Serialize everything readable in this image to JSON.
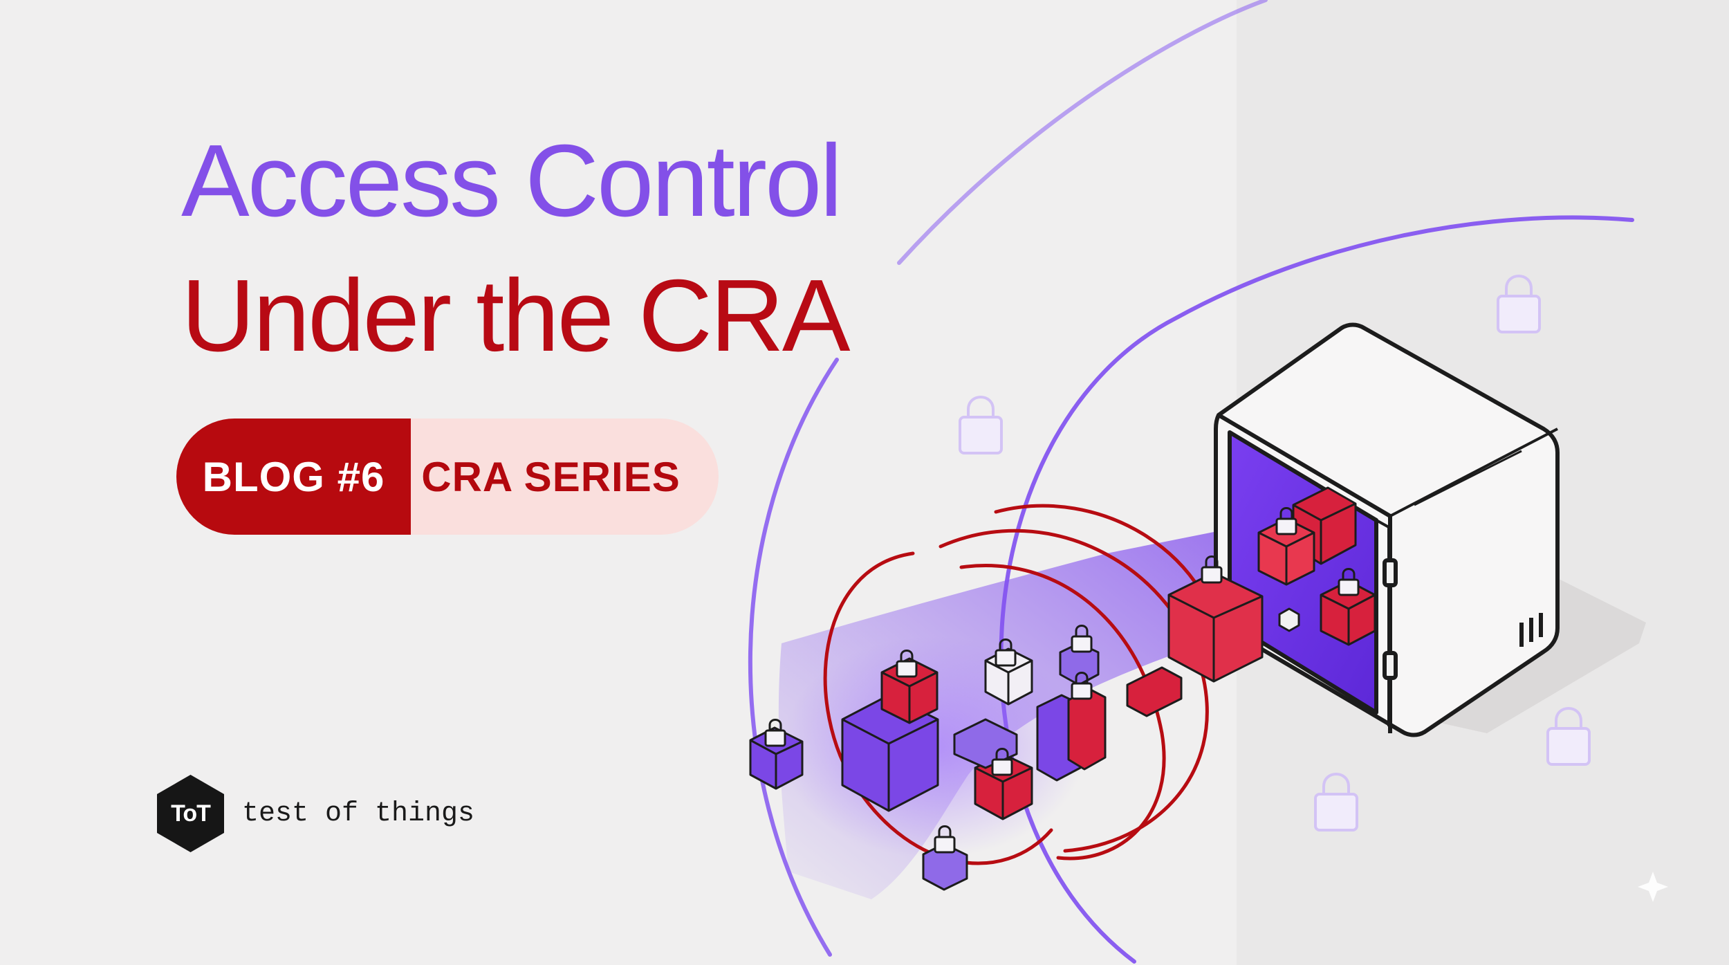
{
  "title": {
    "line1": "Access Control",
    "line2": "Under the CRA"
  },
  "badge": {
    "left_label": "BLOG #6",
    "right_label": "CRA SERIES"
  },
  "brand": {
    "logo_text": "ToT",
    "name": "test of things"
  },
  "colors": {
    "accent_purple": "#8350e8",
    "accent_red": "#b80a14",
    "badge_red": "#b70a0f",
    "badge_pink": "#fadfdd",
    "background": "#f0efef",
    "brand_dark": "#161616"
  },
  "icons": [
    "padlock-icon",
    "safe-vault-icon",
    "data-cube-icon",
    "hexagon-logo-icon",
    "sparkle-icon"
  ]
}
